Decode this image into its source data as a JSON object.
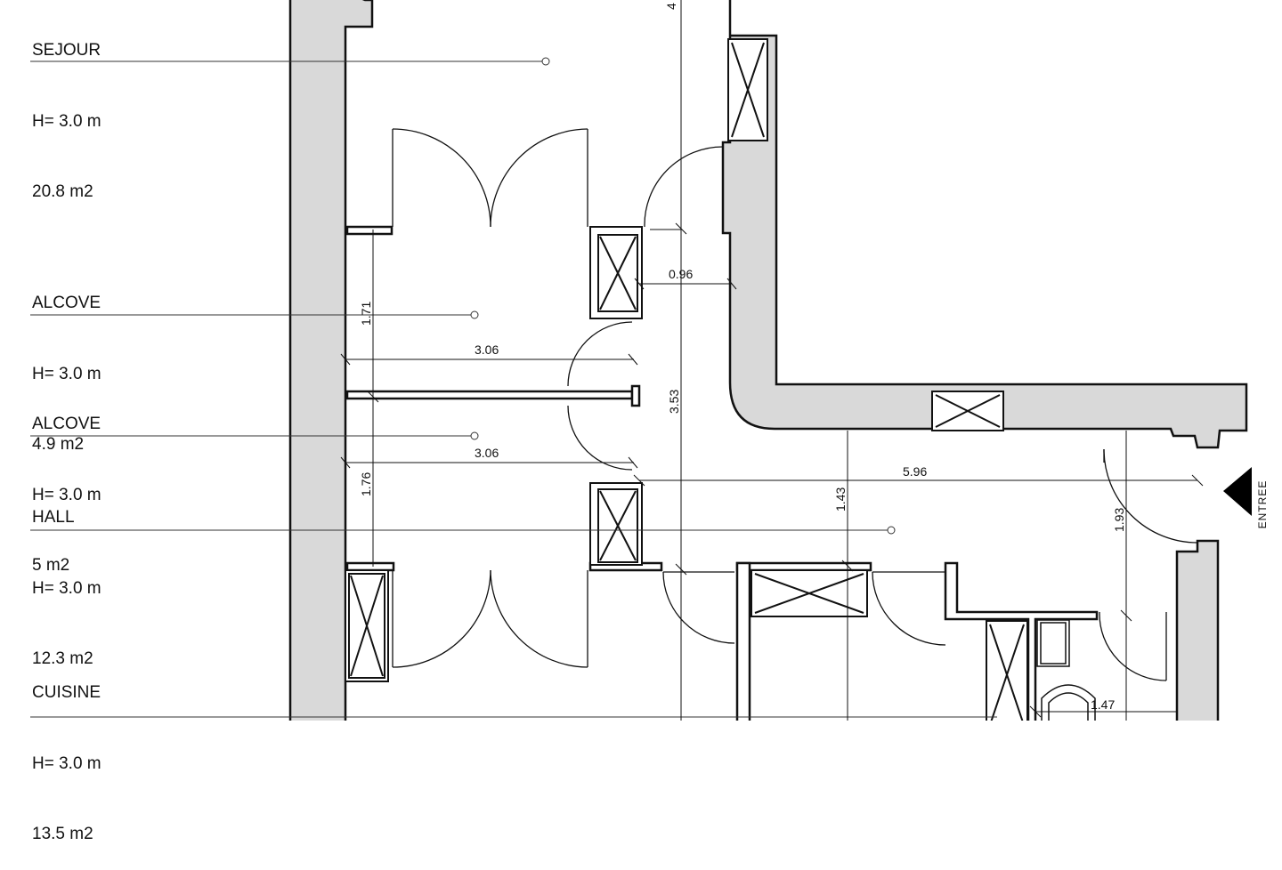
{
  "rooms": [
    {
      "name": "SEJOUR",
      "height": "H= 3.0 m",
      "area": "20.8 m2"
    },
    {
      "name": "ALCOVE",
      "height": "H= 3.0 m",
      "area": "4.9 m2"
    },
    {
      "name": "ALCOVE",
      "height": "H= 3.0 m",
      "area": "5 m2"
    },
    {
      "name": "HALL",
      "height": "H= 3.0 m",
      "area": "12.3 m2"
    },
    {
      "name": "CUISINE",
      "height": "H= 3.0 m",
      "area": "13.5 m2"
    }
  ],
  "dimensions": {
    "top_partial": "4",
    "d096": "0.96",
    "d171": "1.71",
    "d306a": "3.06",
    "d306b": "3.06",
    "d353": "3.53",
    "d176": "1.76",
    "d143": "1.43",
    "d596": "5.96",
    "d193": "1.93",
    "d147": "1.47"
  },
  "entrance": {
    "label": "ENTREE"
  },
  "colors": {
    "wall_fill": "#d9d9d9",
    "line": "#111111"
  }
}
